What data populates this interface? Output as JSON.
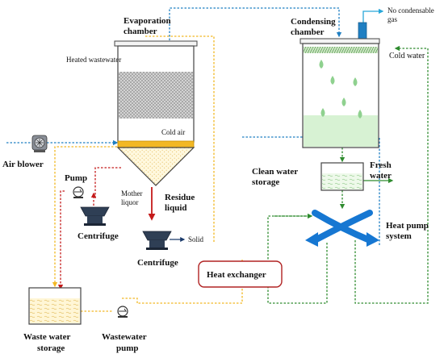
{
  "labels": {
    "evaporation_chamber_line1": "Evaporation",
    "evaporation_chamber_line2": "chamber",
    "heated_wastewater": "Heated wastewater",
    "cold_air": "Cold air",
    "air_blower": "Air blower",
    "pump": "Pump",
    "mother_liquor_line1": "Mother",
    "mother_liquor_line2": "liquor",
    "residue_liquid_line1": "Residue",
    "residue_liquid_line2": "liquid",
    "centrifuge_left": "Centrifuge",
    "solid": "Solid",
    "centrifuge_bottom": "Centrifuge",
    "heat_exchanger": "Heat exchanger",
    "waste_water_storage_line1": "Waste water",
    "waste_water_storage_line2": "storage",
    "wastewater_pump_line1": "Wastewater",
    "wastewater_pump_line2": "pump",
    "condensing_chamber_line1": "Condensing",
    "condensing_chamber_line2": "chamber",
    "no_condensable_gas_line1": "No condensable",
    "no_condensable_gas_line2": "gas",
    "cold_water": "Cold water",
    "clean_water_storage_line1": "Clean water",
    "clean_water_storage_line2": "storage",
    "fresh_water_line1": "Fresh",
    "fresh_water_line2": "water",
    "heat_pump_system_line1": "Heat pump",
    "heat_pump_system_line2": "system"
  },
  "colors": {
    "yellow_flow": "#f2b824",
    "blue_flow": "#1f7fc2",
    "green_flow": "#2e8b2e",
    "red_flow": "#c41a1a",
    "heat_pump_blue": "#1677d2",
    "heat_exchanger_border": "#b02222",
    "droplet_green": "#8fd18f",
    "water_green": "#d7f2d3",
    "air_cyan": "#28a7d9",
    "dark_equipment": "#2f3f55",
    "media_grey": "#bdbdbd"
  }
}
